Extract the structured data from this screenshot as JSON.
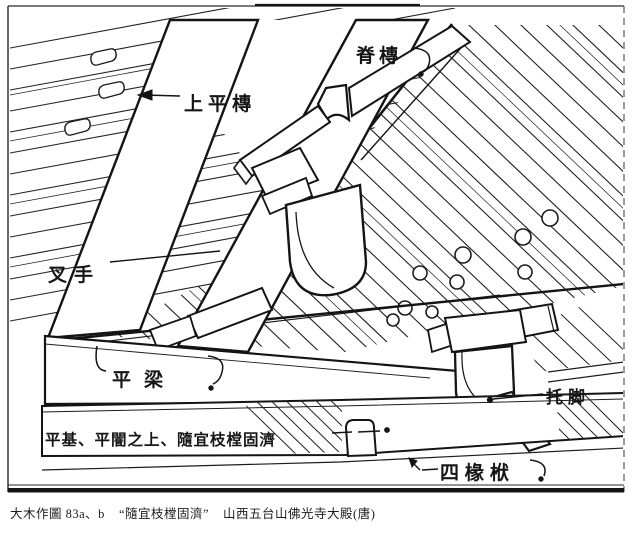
{
  "figure": {
    "labels": {
      "ridge_purlin": "脊槫",
      "upper_purlin": "上平槫",
      "chashou": "叉手",
      "pingliang": "平梁",
      "tuojiao": "托脚",
      "annotation": "平基、平闇之上、隨宜枝樘固濟",
      "sichuanfu": "四椽栿"
    },
    "caption": {
      "figure_no": "大木作圖 83a、b",
      "quote": "“隨宜枝樘固濟”",
      "source": "山西五台山佛光寺大殿(唐)"
    },
    "colors": {
      "ink": "#1c1c1c",
      "paper": "#ffffff"
    }
  }
}
